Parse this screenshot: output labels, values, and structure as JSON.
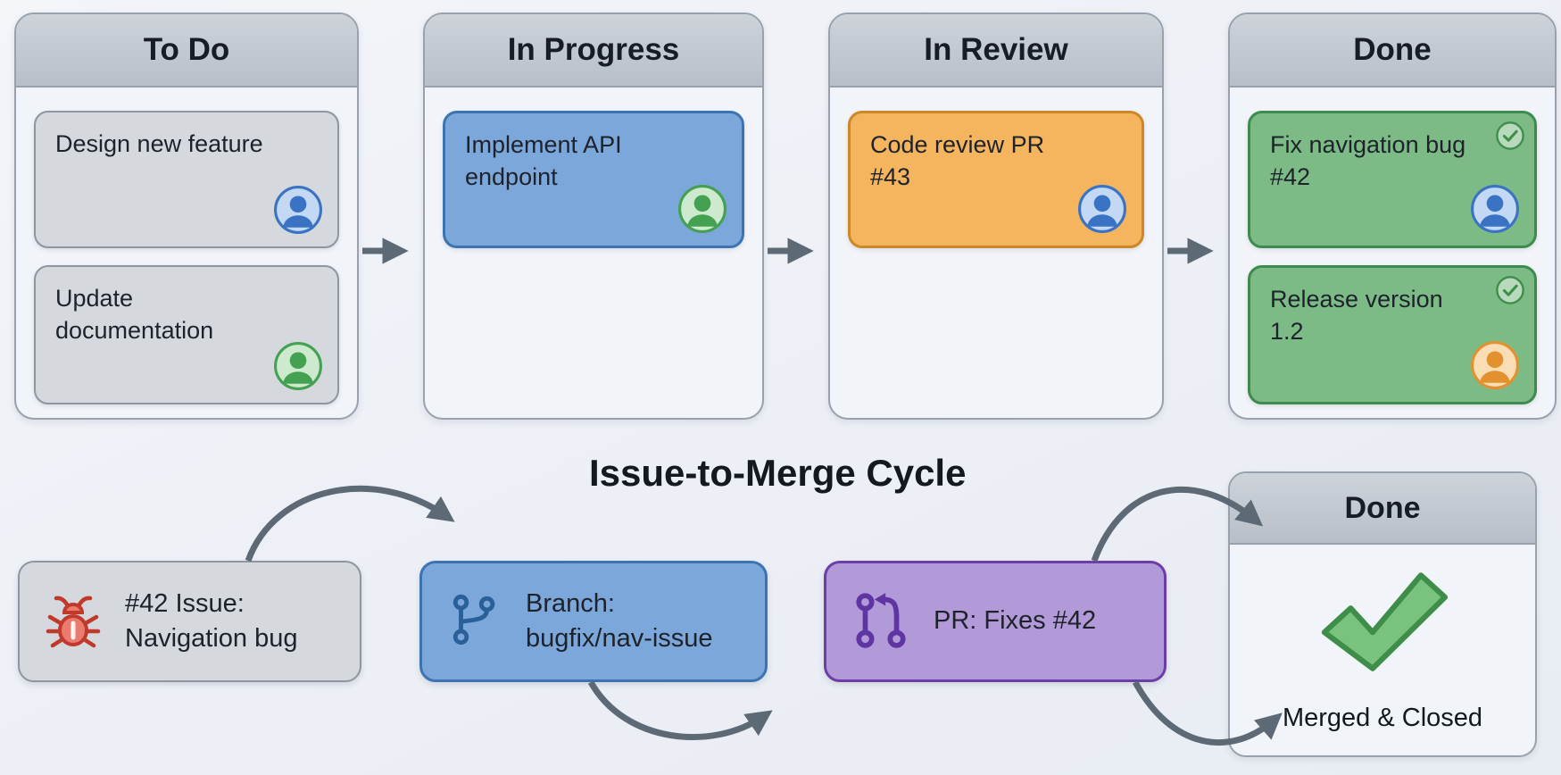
{
  "colors": {
    "background": "#edf0f6",
    "column_body": "#f1f4f8",
    "column_border": "#98a1ac",
    "column_header_top": "#ced3da",
    "column_header_bottom": "#b8bfc8",
    "text_dark": "#1d222b",
    "card_gray": "#d5d8dd",
    "card_gray_border": "#8e96a1",
    "card_blue": "#7ca7da",
    "card_blue_border": "#3c74b2",
    "card_orange": "#f4b55e",
    "card_orange_border": "#cc8828",
    "card_green": "#7dbb86",
    "card_green_border": "#3d8b4e",
    "node_purple": "#b29ad8",
    "node_purple_border": "#6b3fa6",
    "arrow_gray": "#5d6975",
    "avatar_blue": "#3b73c4",
    "avatar_blue_bg": "#c3d8f3",
    "avatar_green": "#44a151",
    "avatar_green_bg": "#cdeacf",
    "avatar_orange": "#e3912f",
    "avatar_orange_bg": "#f9ddb4",
    "check_green": "#3e8e4a",
    "check_green_fill": "#79c37f",
    "bug_red": "#c0392b",
    "bug_red_fill": "#ea7b6e",
    "branch_icon": "#2a6099",
    "pr_icon": "#5e35a3"
  },
  "icons": {
    "issue": "bug-icon",
    "branch": "git-branch-icon",
    "pr": "git-pull-request-icon",
    "done": "check-icon",
    "card_done_badge": "check-circle-icon",
    "assignee": "avatar-person-icon"
  },
  "board": {
    "columns": [
      {
        "title": "To Do",
        "cards": [
          {
            "lines": [
              "Design new feature"
            ],
            "avatar": "blue"
          },
          {
            "lines": [
              "Update",
              "documentation"
            ],
            "avatar": "green"
          }
        ]
      },
      {
        "title": "In Progress",
        "cards": [
          {
            "lines": [
              "Implement API",
              "endpoint"
            ],
            "avatar": "green"
          }
        ]
      },
      {
        "title": "In Review",
        "cards": [
          {
            "lines": [
              "Code review PR",
              "#43"
            ],
            "avatar": "blue"
          }
        ]
      },
      {
        "title": "Done",
        "cards": [
          {
            "lines": [
              "Fix navigation bug",
              "#42"
            ],
            "avatar": "blue",
            "completed": true
          },
          {
            "lines": [
              "Release version",
              "1.2"
            ],
            "avatar": "orange",
            "completed": true
          }
        ]
      }
    ]
  },
  "cycle": {
    "title": "Issue-to-Merge Cycle",
    "nodes": {
      "issue": {
        "lines": [
          "#42 Issue:",
          "Navigation bug"
        ],
        "icon": "bug-icon"
      },
      "branch": {
        "lines": [
          "Branch:",
          "bugfix/nav-issue"
        ],
        "icon": "git-branch-icon"
      },
      "pr": {
        "lines": [
          "PR: Fixes #42"
        ],
        "icon": "git-pull-request-icon"
      },
      "done": {
        "title": "Done",
        "status": "Merged & Closed",
        "icon": "check-icon"
      }
    }
  }
}
